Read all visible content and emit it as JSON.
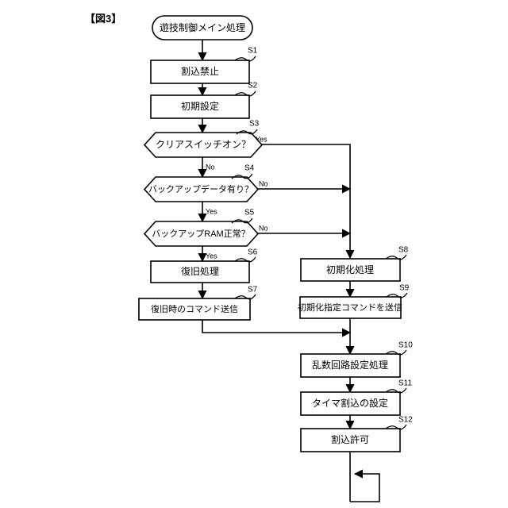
{
  "figure": {
    "label": "【図3】"
  },
  "flowchart": {
    "title": "遊技制御メイン処理",
    "type": "flowchart",
    "start": {
      "id": "start",
      "shape": "terminal",
      "text": "遊技制御メイン処理"
    },
    "nodes": [
      {
        "id": "S1",
        "shape": "process",
        "text": "割込禁止",
        "step": "S1",
        "column": "left"
      },
      {
        "id": "S2",
        "shape": "process",
        "text": "初期設定",
        "step": "S2",
        "column": "left"
      },
      {
        "id": "S3",
        "shape": "decision",
        "text": "クリアスイッチオン？",
        "step": "S3",
        "column": "left"
      },
      {
        "id": "S4",
        "shape": "decision",
        "text": "バックアップデータ有り？",
        "step": "S4",
        "column": "left"
      },
      {
        "id": "S5",
        "shape": "decision",
        "text": "バックアップRAM正常？",
        "step": "S5",
        "column": "left"
      },
      {
        "id": "S6",
        "shape": "process",
        "text": "復旧処理",
        "step": "S6",
        "column": "left"
      },
      {
        "id": "S7",
        "shape": "process",
        "text": "復旧時のコマンド送信",
        "step": "S7",
        "column": "left"
      },
      {
        "id": "S8",
        "shape": "process",
        "text": "初期化処理",
        "step": "S8",
        "column": "right"
      },
      {
        "id": "S9",
        "shape": "process",
        "text": "初期化指定コマンドを送信",
        "step": "S9",
        "column": "right"
      },
      {
        "id": "S10",
        "shape": "process",
        "text": "乱数回路設定処理",
        "step": "S10",
        "column": "right"
      },
      {
        "id": "S11",
        "shape": "process",
        "text": "タイマ割込の設定",
        "step": "S11",
        "column": "right"
      },
      {
        "id": "S12",
        "shape": "process",
        "text": "割込許可",
        "step": "S12",
        "column": "right"
      }
    ],
    "branch_labels": {
      "s3_yes": "Yes",
      "s3_no": "No",
      "s4_no": "No",
      "s4_yes": "Yes",
      "s5_no": "No",
      "s5_yes": "Yes"
    },
    "edges": [
      {
        "from": "start",
        "to": "S1",
        "label": ""
      },
      {
        "from": "S1",
        "to": "S2",
        "label": ""
      },
      {
        "from": "S2",
        "to": "S3",
        "label": ""
      },
      {
        "from": "S3",
        "to": "S4",
        "label": "No"
      },
      {
        "from": "S3",
        "to": "S8",
        "label": "Yes"
      },
      {
        "from": "S4",
        "to": "S5",
        "label": "Yes"
      },
      {
        "from": "S4",
        "to": "S8",
        "label": "No"
      },
      {
        "from": "S5",
        "to": "S6",
        "label": "Yes"
      },
      {
        "from": "S5",
        "to": "S8",
        "label": "No"
      },
      {
        "from": "S6",
        "to": "S7",
        "label": ""
      },
      {
        "from": "S7",
        "to": "S10",
        "label": ""
      },
      {
        "from": "S8",
        "to": "S9",
        "label": ""
      },
      {
        "from": "S9",
        "to": "S10",
        "label": ""
      },
      {
        "from": "S10",
        "to": "S11",
        "label": ""
      },
      {
        "from": "S11",
        "to": "S12",
        "label": ""
      },
      {
        "from": "S12",
        "to": "loop",
        "label": ""
      }
    ]
  },
  "colors": {
    "stroke": "#000000",
    "fill": "#ffffff",
    "background": "#ffffff"
  }
}
